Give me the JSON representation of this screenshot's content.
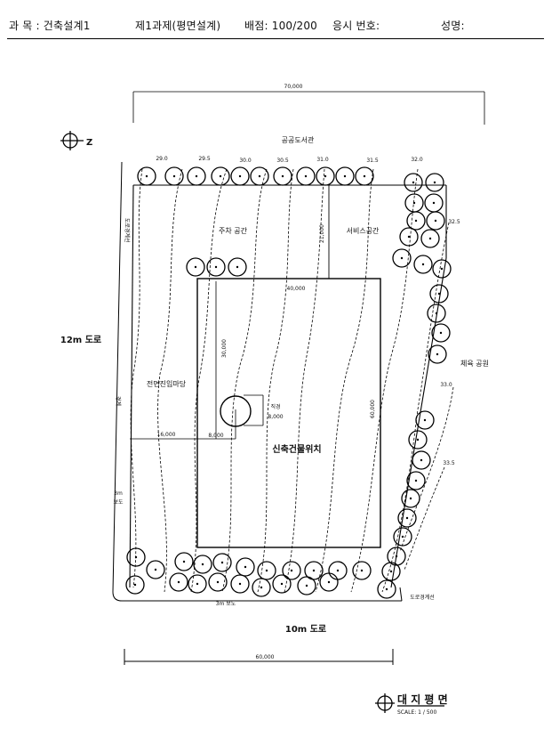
{
  "header": {
    "subject": "과    목 : 건축설계1",
    "assignment": "제1과제(평면설계)",
    "score": "배점: 100/200",
    "exam_number": "응시 번호:",
    "name": "성명:"
  },
  "site": {
    "top_dimension": "70,000",
    "north_label": "Z",
    "public_library": "공공도서관",
    "contours": [
      "29.0",
      "29.5",
      "30.0",
      "30.5",
      "31.0",
      "31.5",
      "32.0",
      "32.5",
      "33.0",
      "33.5"
    ],
    "parking": "주차 공간",
    "service_space": "서비스공간",
    "dim_21000": "21,000",
    "dim_40000": "40,000",
    "dim_30000": "30,000",
    "dim_60000": "60,000",
    "dim_16000": "16,000",
    "dim_8000_h": "8,000",
    "diameter_label": "직경",
    "diameter_value": "8,000",
    "front_yard": "전면진입마당",
    "new_building": "신축건물위치",
    "road_left": "12m 도로",
    "sidewalk_left_1": "3m",
    "sidewalk_left_2": "보도",
    "boundary_left": "도로경계선",
    "boundary_mid": "경계",
    "sports_park": "체육 공원",
    "sidewalk_bottom": "3m 보도",
    "boundary_bottom": "도로경계선",
    "road_bottom": "10m 도로",
    "bottom_dimension": "60,000",
    "plan_title": "대 지 평 면",
    "scale": "SCALE: 1 / 500"
  }
}
